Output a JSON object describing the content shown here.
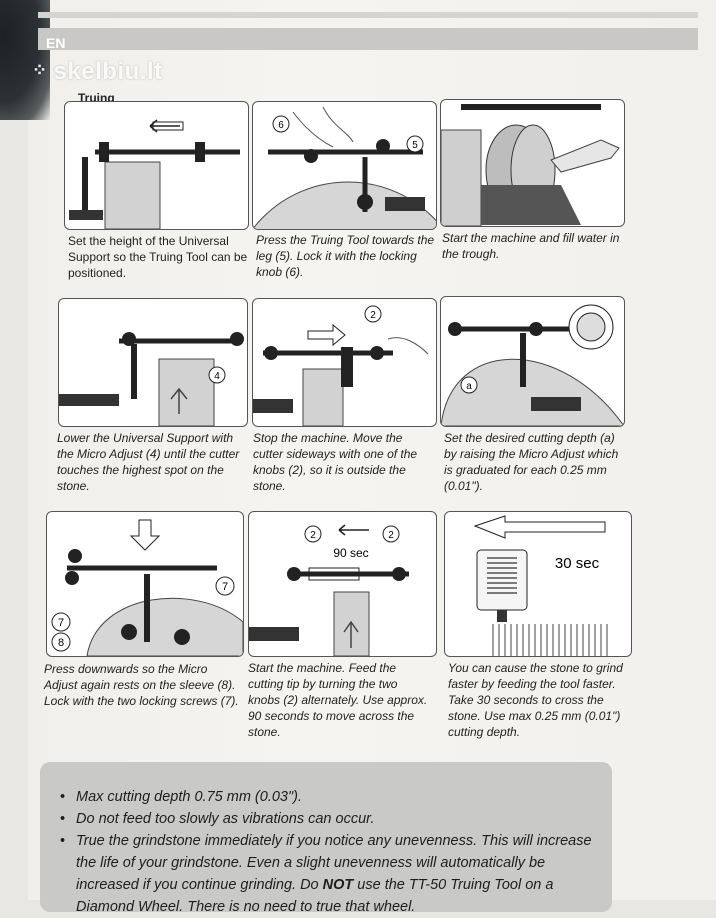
{
  "header": {
    "language": "EN",
    "watermark": "skelbiu.lt",
    "section_title": "Truing"
  },
  "steps": [
    {
      "caption": "Set the height of the Universal Support so the Truing Tool can be positioned.",
      "callouts": []
    },
    {
      "caption": "Press the Truing Tool towards the leg (5). Lock it with the locking knob (6).",
      "callouts": [
        "6",
        "5"
      ]
    },
    {
      "caption": "Start the machine and fill water in the trough.",
      "callouts": []
    },
    {
      "caption": "Lower the Universal Support with the Micro Adjust (4) until the cutter touches the highest spot on the stone.",
      "callouts": [
        "4"
      ]
    },
    {
      "caption": "Stop the machine. Move the cutter sideways with one of the knobs (2), so it is outside the stone.",
      "callouts": [
        "2"
      ]
    },
    {
      "caption": "Set the desired cutting depth (a) by raising the Micro Adjust which is graduated for each 0.25 mm (0.01\").",
      "callouts": [
        "a"
      ]
    },
    {
      "caption": "Press downwards so the Micro Adjust again rests on the sleeve (8). Lock with the two locking screws (7).",
      "callouts": [
        "7",
        "7",
        "8"
      ]
    },
    {
      "caption": "Start the machine. Feed the cutting tip by turning the two knobs (2) alternately. Use approx. 90 seconds to move across the stone.",
      "callouts": [
        "2",
        "2"
      ],
      "label": "90 sec"
    },
    {
      "caption": "You can cause the stone to grind faster by feeding the tool faster. Take 30 seconds to cross the stone. Use max 0.25 mm (0.01\") cutting depth.",
      "callouts": [],
      "label": "30 sec"
    }
  ],
  "notes": {
    "n1": "Max cutting depth 0.75 mm (0.03\").",
    "n2": "Do not feed too slowly as vibrations can occur.",
    "n3a": "True the grindstone immediately if you notice any unevenness. This will increase the life of your grindstone. Even a slight unevenness will automatically be increased if you continue grinding. Do ",
    "n3b": "NOT",
    "n3c": " use the TT-50 Truing Tool on a Diamond Wheel. There is no need to true that wheel."
  },
  "colors": {
    "ink": "#222222",
    "panel_border": "#555555",
    "note_box": "#c9c9c7",
    "stone": "#cfcfcf"
  }
}
